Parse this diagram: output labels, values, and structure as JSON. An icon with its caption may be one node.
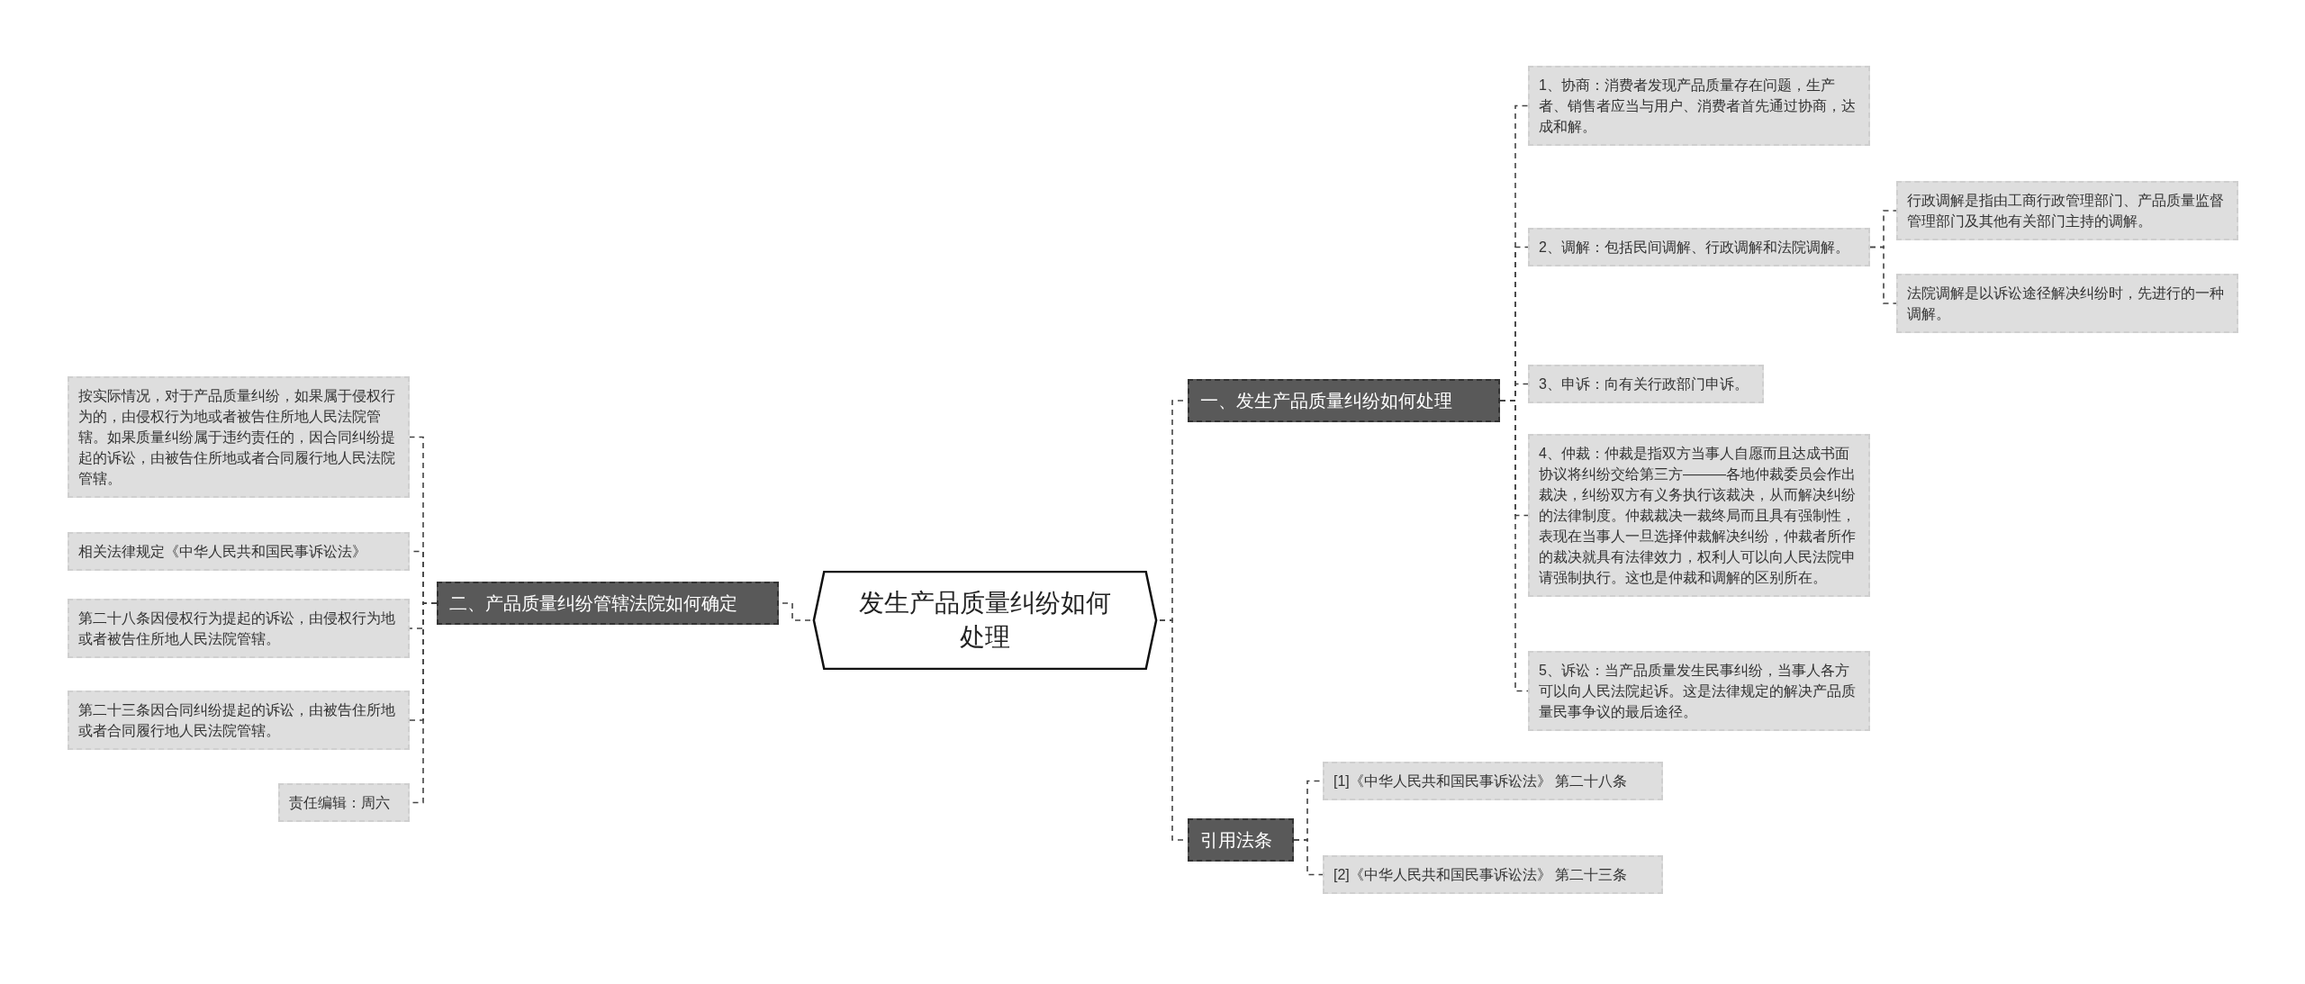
{
  "diagram": {
    "nodes": [
      {
        "text": [
          "发生产品质量纠纷如何处理"
        ]
      },
      {
        "text": [
          "一、发生产品质量纠纷如何处理"
        ]
      },
      {
        "text": [
          "1、协商：消费者发现产品质量存在问题，生产者、销售者应当与用户、消费者首先通过协商，达成和解。"
        ]
      },
      {
        "text": [
          "2、调解：包括民间调解、行政调解和法院调解。"
        ]
      },
      {
        "text": [
          "行政调解是指由工商行政管理部门、产品质量监督管理部门及其他有关部门主持的调解。"
        ]
      },
      {
        "text": [
          "法院调解是以诉讼途径解决纠纷时，先进行的一种调解。"
        ]
      },
      {
        "text": [
          "3、申诉：向有关行政部门申诉。"
        ]
      },
      {
        "text": [
          "4、仲裁：仲裁是指双方当事人自愿而且达成书面协议将纠纷交给第三方———各地仲裁委员会作出裁决，纠纷双方有义务执行该裁决，从而解决纠纷的法律制度。仲裁裁决一裁终局而且具有强制性，表现在当事人一旦选择仲裁解决纠纷，仲裁者所作的裁决就具有法律效力，权利人可以向人民法院申请强制执行。这也是仲裁和调解的区别所在。"
        ]
      },
      {
        "text": [
          "5、诉讼：当产品质量发生民事纠纷，当事人各方可以向人民法院起诉。这是法律规定的解决产品质量民事争议的最后途径。"
        ]
      },
      {
        "text": [
          "引用法条"
        ]
      },
      {
        "text": [
          "[1]《中华人民共和国民事诉讼法》 第二十八条"
        ]
      },
      {
        "text": [
          "[2]《中华人民共和国民事诉讼法》 第二十三条"
        ]
      },
      {
        "text": [
          "二、产品质量纠纷管辖法院如何确定"
        ]
      },
      {
        "text": [
          "按实际情况，对于产品质量纠纷，如果属于侵权行为的，由侵权行为地或者被告住所地人民法院管辖。如果质量纠纷属于违约责任的，因合同纠纷提起的诉讼，由被告住所地或者合同履行地人民法院管辖。"
        ]
      },
      {
        "text": [
          "相关法律规定《中华人民共和国民事诉讼法》"
        ]
      },
      {
        "text": [
          "第二十八条因侵权行为提起的诉讼，由侵权行为地或者被告住所地人民法院管辖。"
        ]
      },
      {
        "text": [
          "第二十三条因合同纠纷提起的诉讼，由被告住所地或者合同履行地人民法院管辖。"
        ]
      },
      {
        "text": [
          "责任编辑：周六"
        ]
      }
    ],
    "edges": [
      {
        "from": 0,
        "to": 1,
        "arrow": "none",
        "style": "dashed"
      },
      {
        "from": 1,
        "to": 2,
        "arrow": "none",
        "style": "dashed"
      },
      {
        "from": 1,
        "to": 3,
        "arrow": "none",
        "style": "dashed"
      },
      {
        "from": 3,
        "to": 4,
        "arrow": "none",
        "style": "dashed"
      },
      {
        "from": 3,
        "to": 5,
        "arrow": "none",
        "style": "dashed"
      },
      {
        "from": 1,
        "to": 6,
        "arrow": "none",
        "style": "dashed"
      },
      {
        "from": 1,
        "to": 7,
        "arrow": "none",
        "style": "dashed"
      },
      {
        "from": 1,
        "to": 8,
        "arrow": "none",
        "style": "dashed"
      },
      {
        "from": 0,
        "to": 9,
        "arrow": "none",
        "style": "dashed"
      },
      {
        "from": 9,
        "to": 10,
        "arrow": "none",
        "style": "dashed"
      },
      {
        "from": 9,
        "to": 11,
        "arrow": "none",
        "style": "dashed"
      },
      {
        "from": 0,
        "to": 12,
        "arrow": "none",
        "style": "dashed"
      },
      {
        "from": 12,
        "to": 13,
        "arrow": "none",
        "style": "dashed"
      },
      {
        "from": 12,
        "to": 14,
        "arrow": "none",
        "style": "dashed"
      },
      {
        "from": 12,
        "to": 15,
        "arrow": "none",
        "style": "dashed"
      },
      {
        "from": 12,
        "to": 16,
        "arrow": "none",
        "style": "dashed"
      },
      {
        "from": 12,
        "to": 17,
        "arrow": "none",
        "style": "dashed"
      }
    ]
  }
}
